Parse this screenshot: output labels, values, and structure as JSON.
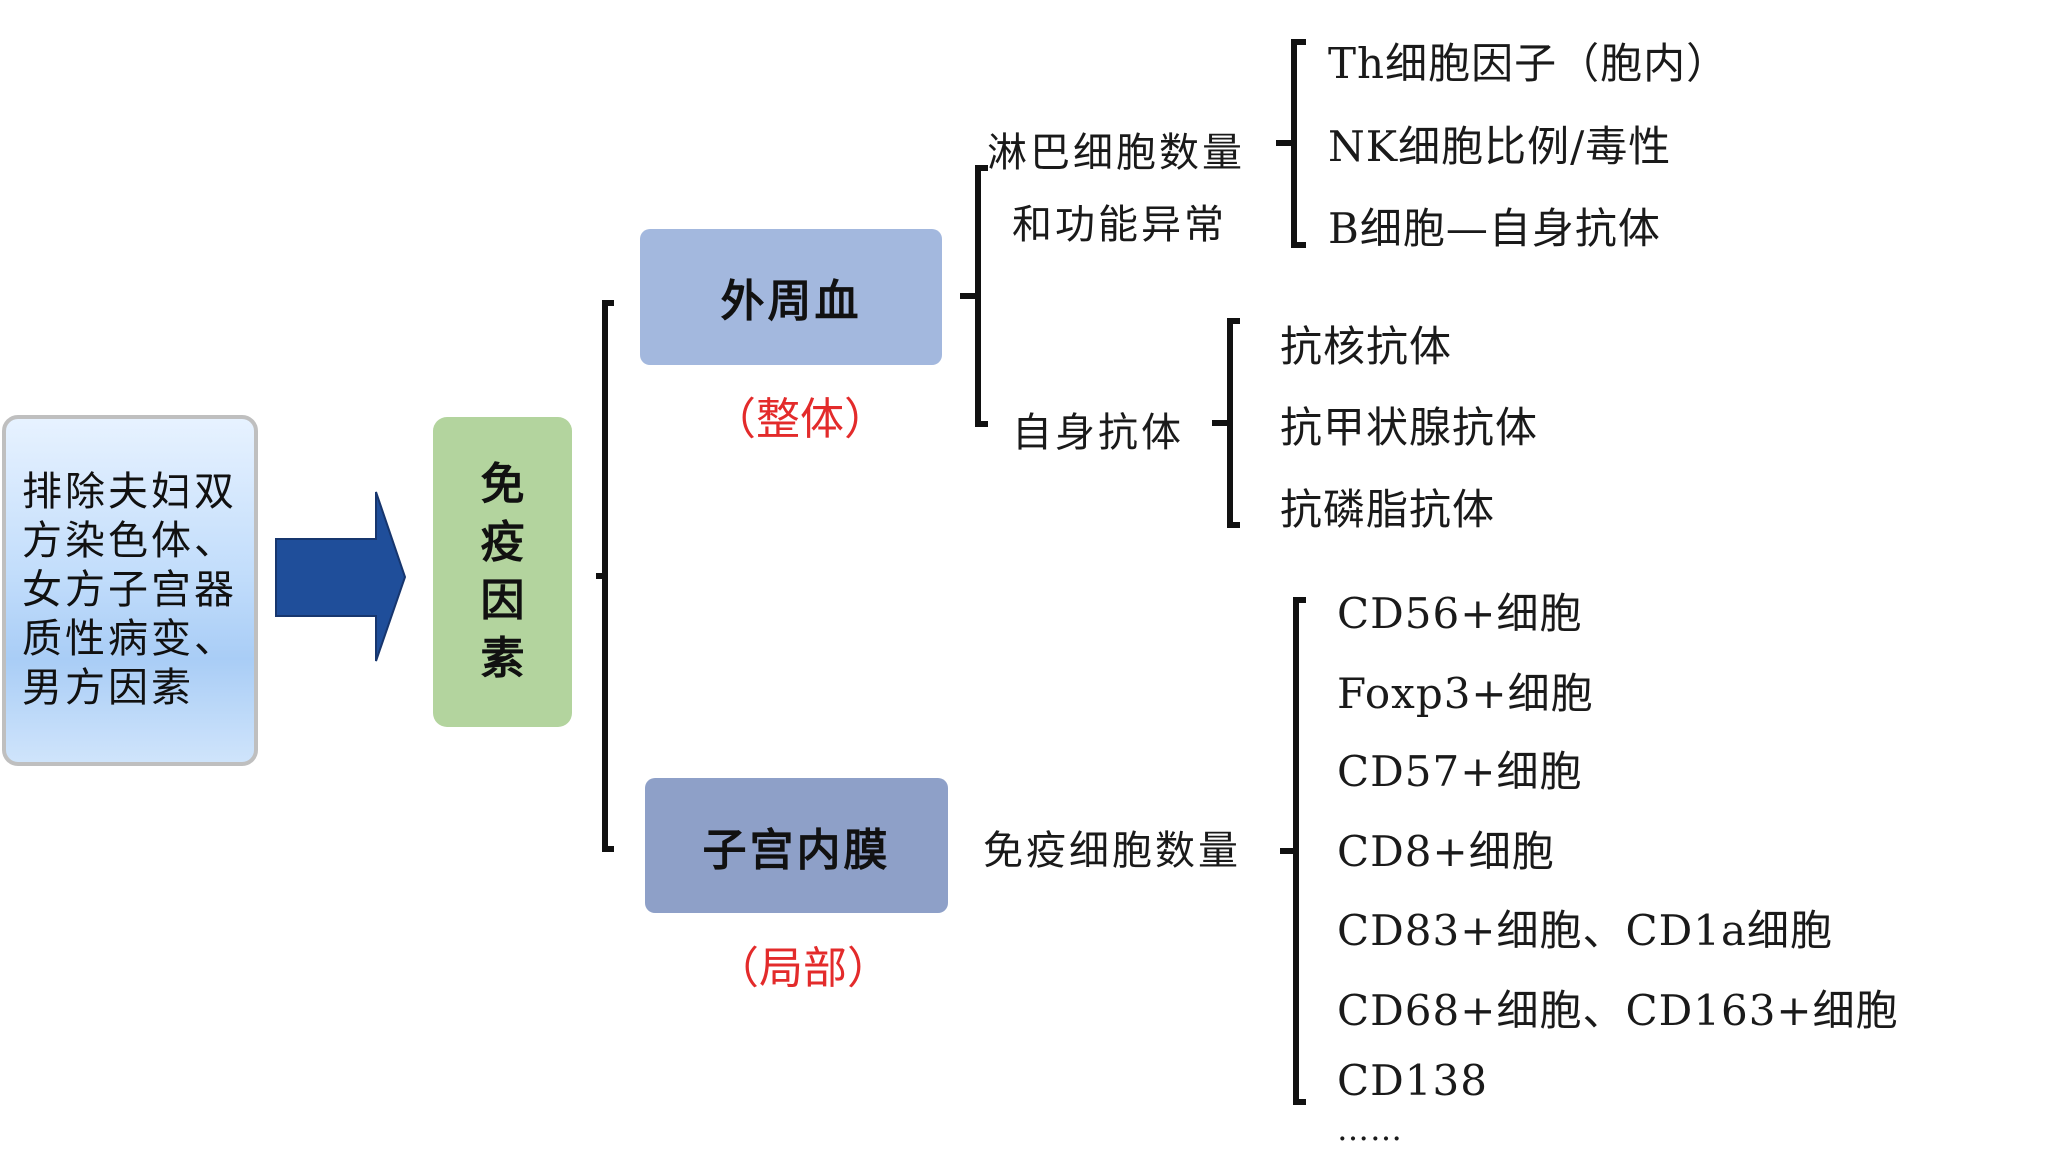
{
  "left_box": {
    "text": "排除夫妇双\n方染色体、\n女方子宫器\n质性病变、\n男方因素"
  },
  "center_box": {
    "text": "免\n疫\n因\n素"
  },
  "peripheral_blood": {
    "label": "外周血",
    "scope": "（整体）",
    "lymphocyte_label_line1": "淋巴细胞数量",
    "lymphocyte_label_line2": "和功能异常",
    "lymphocyte_items": [
      "Th细胞因子（胞内）",
      "NK细胞比例/毒性",
      "B细胞—自身抗体"
    ],
    "autoantibody_label": "自身抗体",
    "autoantibody_items": [
      "抗核抗体",
      "抗甲状腺抗体",
      "抗磷脂抗体"
    ]
  },
  "endometrium": {
    "label": "子宫内膜",
    "scope": "（局部）",
    "immune_cell_label": "免疫细胞数量",
    "immune_cell_items": [
      "CD56+细胞",
      "Foxp3+细胞",
      "CD57+细胞",
      "CD8+细胞",
      "CD83+细胞、CD1a细胞",
      "CD68+细胞、CD163+细胞",
      "CD138",
      "……"
    ]
  },
  "colors": {
    "arrow_fill": "#1f4e9a",
    "immune_box": "#b3d49e",
    "blood_box": "#a3b8de",
    "endo_box": "#8ea0c8",
    "scope_text": "#e32b2b"
  }
}
